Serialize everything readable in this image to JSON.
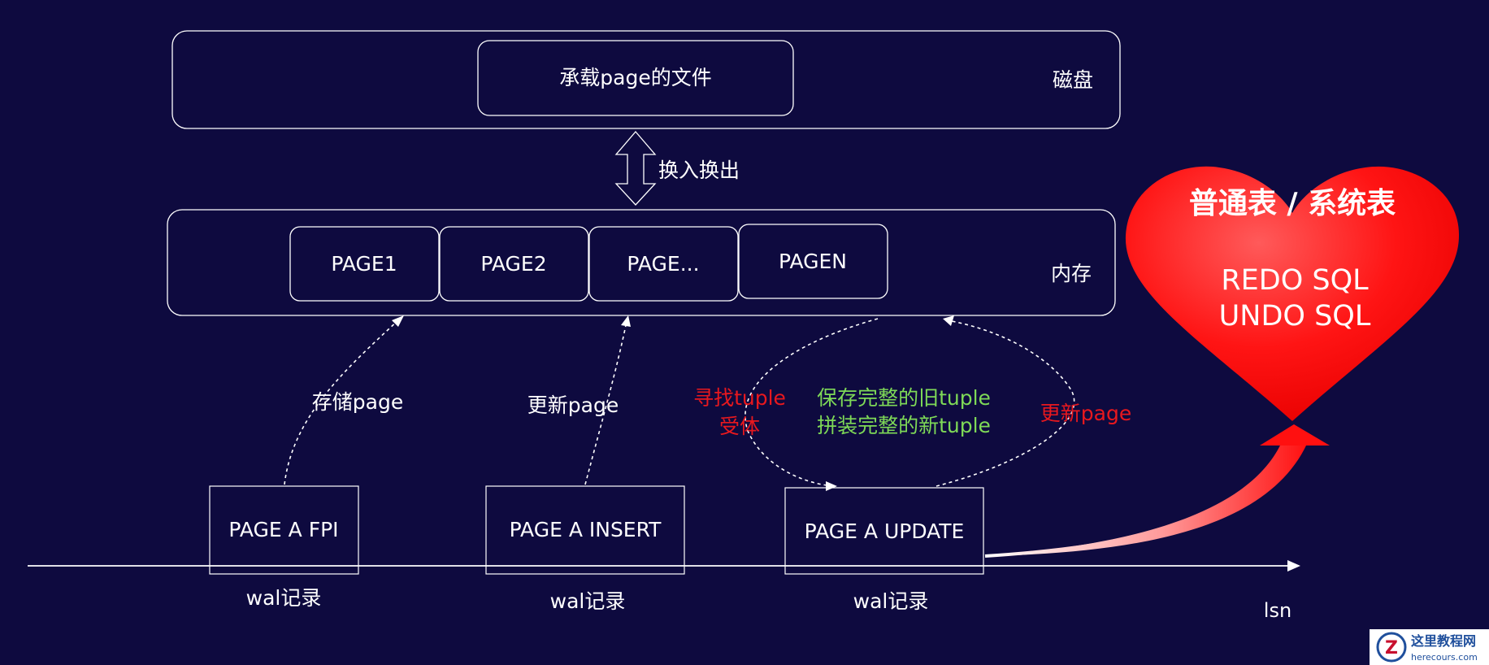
{
  "disk": {
    "label": "磁盘",
    "file_box": "承载page的文件"
  },
  "swap": {
    "label": "换入换出"
  },
  "memory": {
    "label": "内存",
    "pages": [
      "PAGE1",
      "PAGE2",
      "PAGE...",
      "PAGEN"
    ]
  },
  "wal": {
    "records": [
      {
        "box": "PAGE A FPI",
        "caption": "wal记录",
        "action": "存储page"
      },
      {
        "box": "PAGE A INSERT",
        "caption": "wal记录",
        "action": "更新page"
      },
      {
        "box": "PAGE A UPDATE",
        "caption": "wal记录"
      }
    ],
    "axis_label": "lsn"
  },
  "update_flow": {
    "find_line1": "寻找tuple",
    "find_line2": "受体",
    "save_line1": "保存完整的旧tuple",
    "save_line2": "拼装完整的新tuple",
    "update_page": "更新page"
  },
  "heart": {
    "title": "普通表 / 系统表",
    "redo": "REDO SQL",
    "undo": "UNDO SQL",
    "color": "#ff0000"
  },
  "watermark": {
    "name": "这里教程网",
    "site": "herecours.com"
  }
}
